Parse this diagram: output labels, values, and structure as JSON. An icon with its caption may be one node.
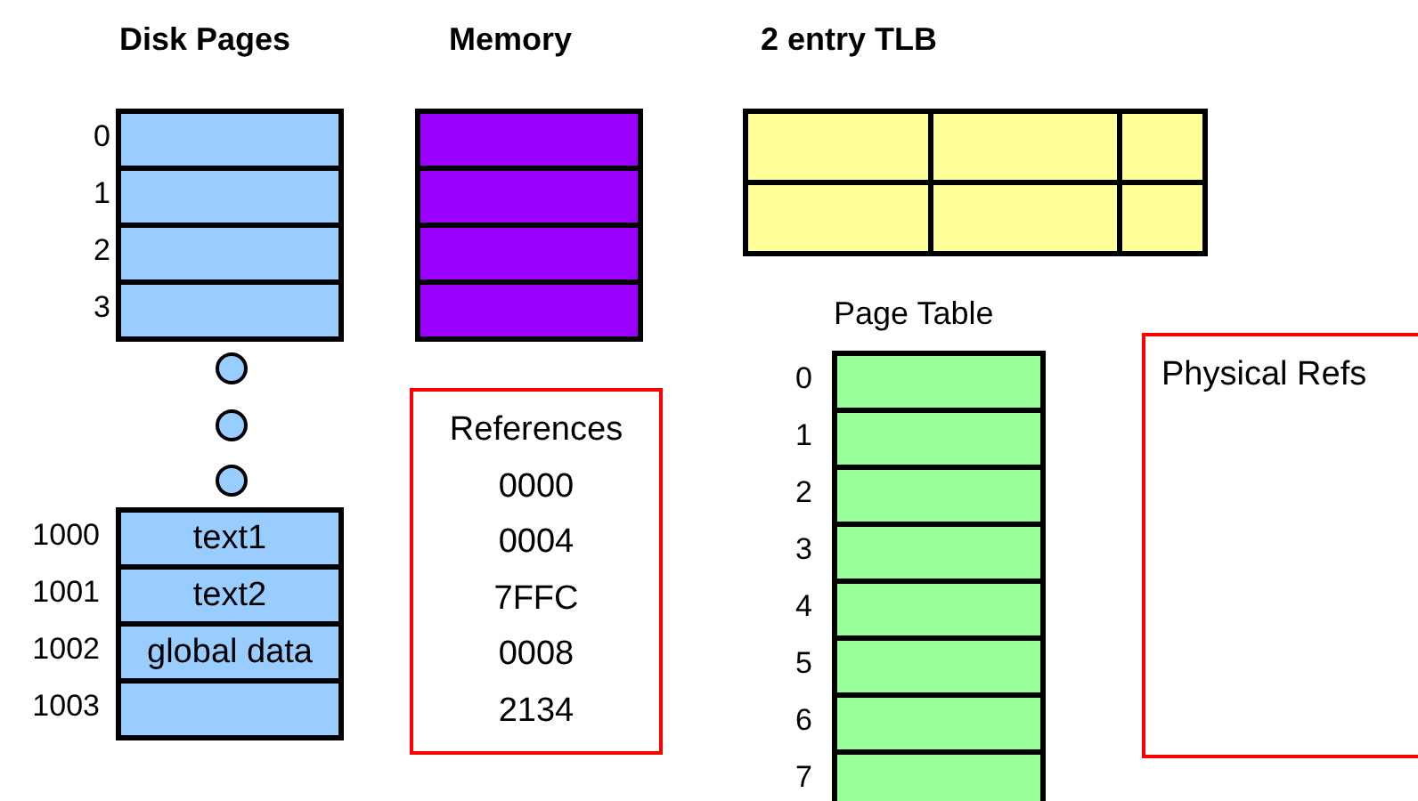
{
  "diagram": {
    "nodes": [
      {
        "text": [],
        "shape": "box",
        "beside": [
          "0"
        ]
      },
      {
        "text": [],
        "shape": "box",
        "beside": [
          "1"
        ]
      },
      {
        "text": [],
        "shape": "box",
        "beside": [
          "2"
        ]
      },
      {
        "text": [],
        "shape": "box",
        "beside": [
          "3"
        ]
      },
      {
        "text": [],
        "shape": "box"
      },
      {
        "text": [],
        "shape": "box"
      },
      {
        "text": [],
        "shape": "box"
      },
      {
        "text": [],
        "shape": "box"
      },
      {
        "text": [],
        "shape": "box"
      },
      {
        "text": [],
        "shape": "box"
      },
      {
        "text": [],
        "shape": "box"
      },
      {
        "text": [],
        "shape": "box"
      },
      {
        "text": [],
        "shape": "box"
      },
      {
        "text": [],
        "shape": "box"
      },
      {
        "text": [],
        "shape": "circle"
      },
      {
        "text": [],
        "shape": "circle"
      },
      {
        "text": [],
        "shape": "circle"
      },
      {
        "text": [
          "text1"
        ],
        "beside": [
          "1000"
        ]
      },
      {
        "text": [
          "text2"
        ],
        "beside": [
          "1001"
        ]
      },
      {
        "text": [
          "global data"
        ],
        "beside": [
          "1002"
        ]
      },
      {
        "text": [],
        "shape": "box",
        "beside": [
          "1003"
        ]
      },
      {
        "text": [
          "References",
          "0000",
          "0004",
          "7FFC",
          "0008",
          "2134"
        ]
      },
      {
        "text": [],
        "shape": "box",
        "beside": [
          "0"
        ]
      },
      {
        "text": [],
        "shape": "box",
        "beside": [
          "1"
        ]
      },
      {
        "text": [],
        "shape": "box",
        "beside": [
          "2"
        ]
      },
      {
        "text": [],
        "shape": "box",
        "beside": [
          "3"
        ]
      },
      {
        "text": [],
        "shape": "box",
        "beside": [
          "4"
        ]
      },
      {
        "text": [],
        "shape": "box",
        "beside": [
          "5"
        ]
      },
      {
        "text": [],
        "shape": "box",
        "beside": [
          "6"
        ]
      },
      {
        "text": [],
        "shape": "box",
        "beside": [
          "7"
        ]
      },
      {
        "text": [
          "Physical Refs"
        ]
      }
    ],
    "edges": [],
    "labels": [
      "Disk Pages",
      "Memory",
      "2 entry TLB",
      "Page Table"
    ]
  }
}
